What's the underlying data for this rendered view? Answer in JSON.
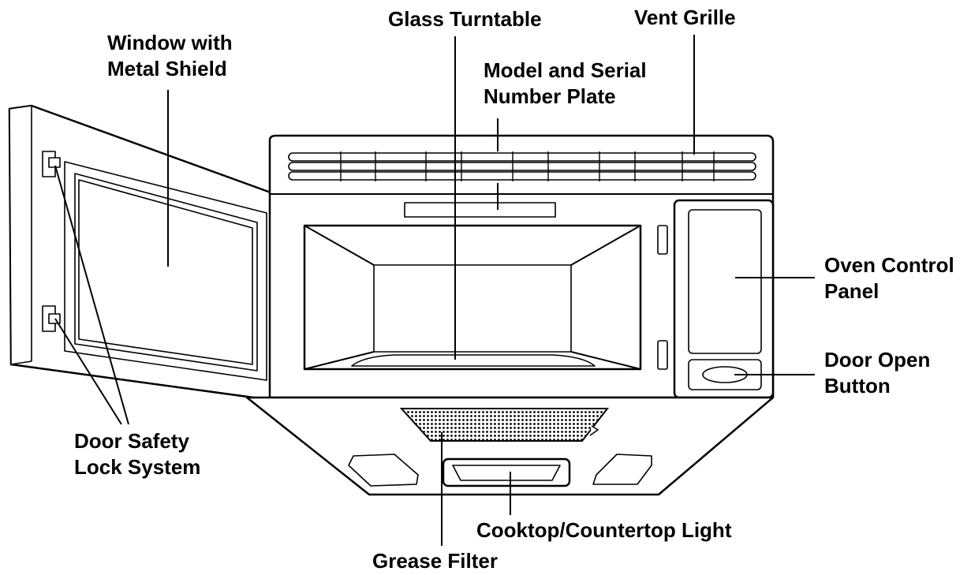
{
  "labels": {
    "window": [
      "Window with",
      "Metal Shield"
    ],
    "turntable": "Glass Turntable",
    "vent": "Vent Grille",
    "model": [
      "Model and Serial",
      "Number Plate"
    ],
    "control": [
      "Oven Control",
      "Panel"
    ],
    "door_button": [
      "Door Open",
      "Button"
    ],
    "lock": [
      "Door Safety",
      "Lock System"
    ],
    "light": "Cooktop/Countertop Light",
    "filter": "Grease Filter"
  }
}
